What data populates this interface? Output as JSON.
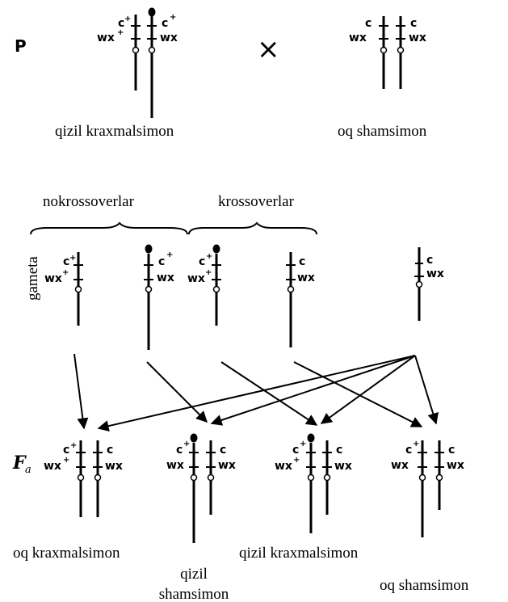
{
  "labels": {
    "parent": "P",
    "cross": "×",
    "gameta": "gameta",
    "f_a": "F",
    "f_a_sub": "a",
    "nonrecombinant": "nokrossoverlar",
    "recombinant": "krossoverlar"
  },
  "genes": {
    "c": "c",
    "wx": "wx",
    "plus": "+"
  },
  "parents": [
    {
      "label": "qizil kraxmalsimon"
    },
    {
      "label": "oq shamsimon"
    }
  ],
  "offspring": [
    {
      "label": "oq kraxmalsimon"
    },
    {
      "label": "qizil shamsimon",
      "line1": "qizil",
      "line2": "shamsimon"
    },
    {
      "label": "qizil kraxmalsimon"
    },
    {
      "label": "oq shamsimon"
    }
  ]
}
